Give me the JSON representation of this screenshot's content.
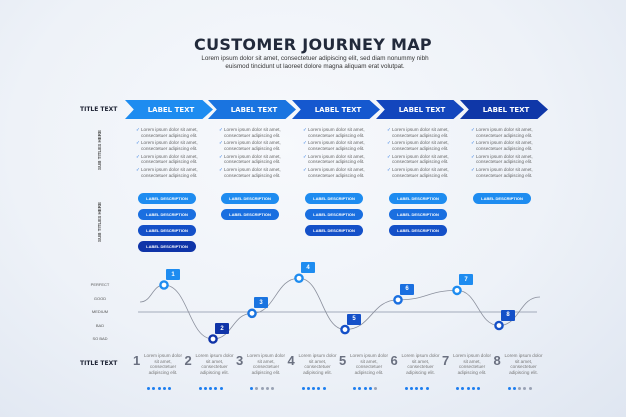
{
  "title": "CUSTOMER JOURNEY MAP",
  "subtitle": "Lorem ipsum dolor sit amet, consectetuer adipiscing elit, sed diam nonummy nibh euismod tincidunt ut laoreet dolore magna aliquam erat volutpat.",
  "row_labels": {
    "title1": "TITLE TEXT",
    "sub1": "SUB TITLES HERE",
    "sub2": "SUB TITLES HERE",
    "title2": "TITLE TEXT"
  },
  "stages": [
    {
      "label": "LABEL TEXT",
      "color": "#1e8cf0",
      "bullets": [
        "Lorem ipsum dolor sit amet, consectetuer adipiscing elit.",
        "Lorem ipsum dolor sit amet, consectetuer adipiscing elit.",
        "Lorem ipsum dolor sit amet, consectetuer adipiscing elit.",
        "Lorem ipsum dolor sit amet, consectetuer adipiscing elit."
      ],
      "pills": [
        "LABEL DESCRIPTION",
        "LABEL DESCRIPTION",
        "LABEL DESCRIPTION",
        "LABEL DESCRIPTION"
      ]
    },
    {
      "label": "LABEL TEXT",
      "color": "#1a74e0",
      "bullets": [
        "Lorem ipsum dolor sit amet, consectetuer adipiscing elit.",
        "Lorem ipsum dolor sit amet, consectetuer adipiscing elit.",
        "Lorem ipsum dolor sit amet, consectetuer adipiscing elit.",
        "Lorem ipsum dolor sit amet, consectetuer adipiscing elit."
      ],
      "pills": [
        "LABEL DESCRIPTION",
        "LABEL DESCRIPTION"
      ]
    },
    {
      "label": "LABEL TEXT",
      "color": "#1558cf",
      "bullets": [
        "Lorem ipsum dolor sit amet, consectetuer adipiscing elit.",
        "Lorem ipsum dolor sit amet, consectetuer adipiscing elit.",
        "Lorem ipsum dolor sit amet, consectetuer adipiscing elit.",
        "Lorem ipsum dolor sit amet, consectetuer adipiscing elit."
      ],
      "pills": [
        "LABEL DESCRIPTION",
        "LABEL DESCRIPTION",
        "LABEL DESCRIPTION"
      ]
    },
    {
      "label": "LABEL TEXT",
      "color": "#1346bd",
      "bullets": [
        "Lorem ipsum dolor sit amet, consectetuer adipiscing elit.",
        "Lorem ipsum dolor sit amet, consectetuer adipiscing elit.",
        "Lorem ipsum dolor sit amet, consectetuer adipiscing elit.",
        "Lorem ipsum dolor sit amet, consectetuer adipiscing elit."
      ],
      "pills": [
        "LABEL DESCRIPTION",
        "LABEL DESCRIPTION",
        "LABEL DESCRIPTION"
      ]
    },
    {
      "label": "LABEL TEXT",
      "color": "#0f37a8",
      "bullets": [
        "Lorem ipsum dolor sit amet, consectetuer adipiscing elit.",
        "Lorem ipsum dolor sit amet, consectetuer adipiscing elit.",
        "Lorem ipsum dolor sit amet, consectetuer adipiscing elit.",
        "Lorem ipsum dolor sit amet, consectetuer adipiscing elit."
      ],
      "pills": [
        "LABEL DESCRIPTION"
      ]
    }
  ],
  "pill_colors": [
    "#1e8cf0",
    "#1a6fe0",
    "#1450c8",
    "#0f34a8"
  ],
  "levels": [
    "PERFECT",
    "GOOD",
    "MEDIUM",
    "BAD",
    "SO BAD"
  ],
  "journey": [
    {
      "n": "1",
      "level": 0,
      "text": "Lorem ipsum dolor sit amet, consectetuer adipiscing elit.",
      "rating": 5
    },
    {
      "n": "2",
      "level": 4,
      "text": "Lorem ipsum dolor sit amet, consectetuer adipiscing elit.",
      "rating": 5
    },
    {
      "n": "3",
      "level": 2.1,
      "text": "Lorem ipsum dolor sit amet, consectetuer adipiscing elit.",
      "rating": 1
    },
    {
      "n": "4",
      "level": -0.5,
      "text": "Lorem ipsum dolor sit amet, consectetuer adipiscing elit.",
      "rating": 5
    },
    {
      "n": "5",
      "level": 3.3,
      "text": "Lorem ipsum dolor sit amet, consectetuer adipiscing elit.",
      "rating": 4
    },
    {
      "n": "6",
      "level": 1.1,
      "text": "Lorem ipsum dolor sit amet, consectetuer adipiscing elit.",
      "rating": 5
    },
    {
      "n": "7",
      "level": 0.4,
      "text": "Lorem ipsum dolor sit amet, consectetuer adipiscing elit.",
      "rating": 5
    },
    {
      "n": "8",
      "level": 3,
      "text": "Lorem ipsum dolor sit amet, consectetuer adipiscing elit.",
      "rating": 2
    }
  ]
}
